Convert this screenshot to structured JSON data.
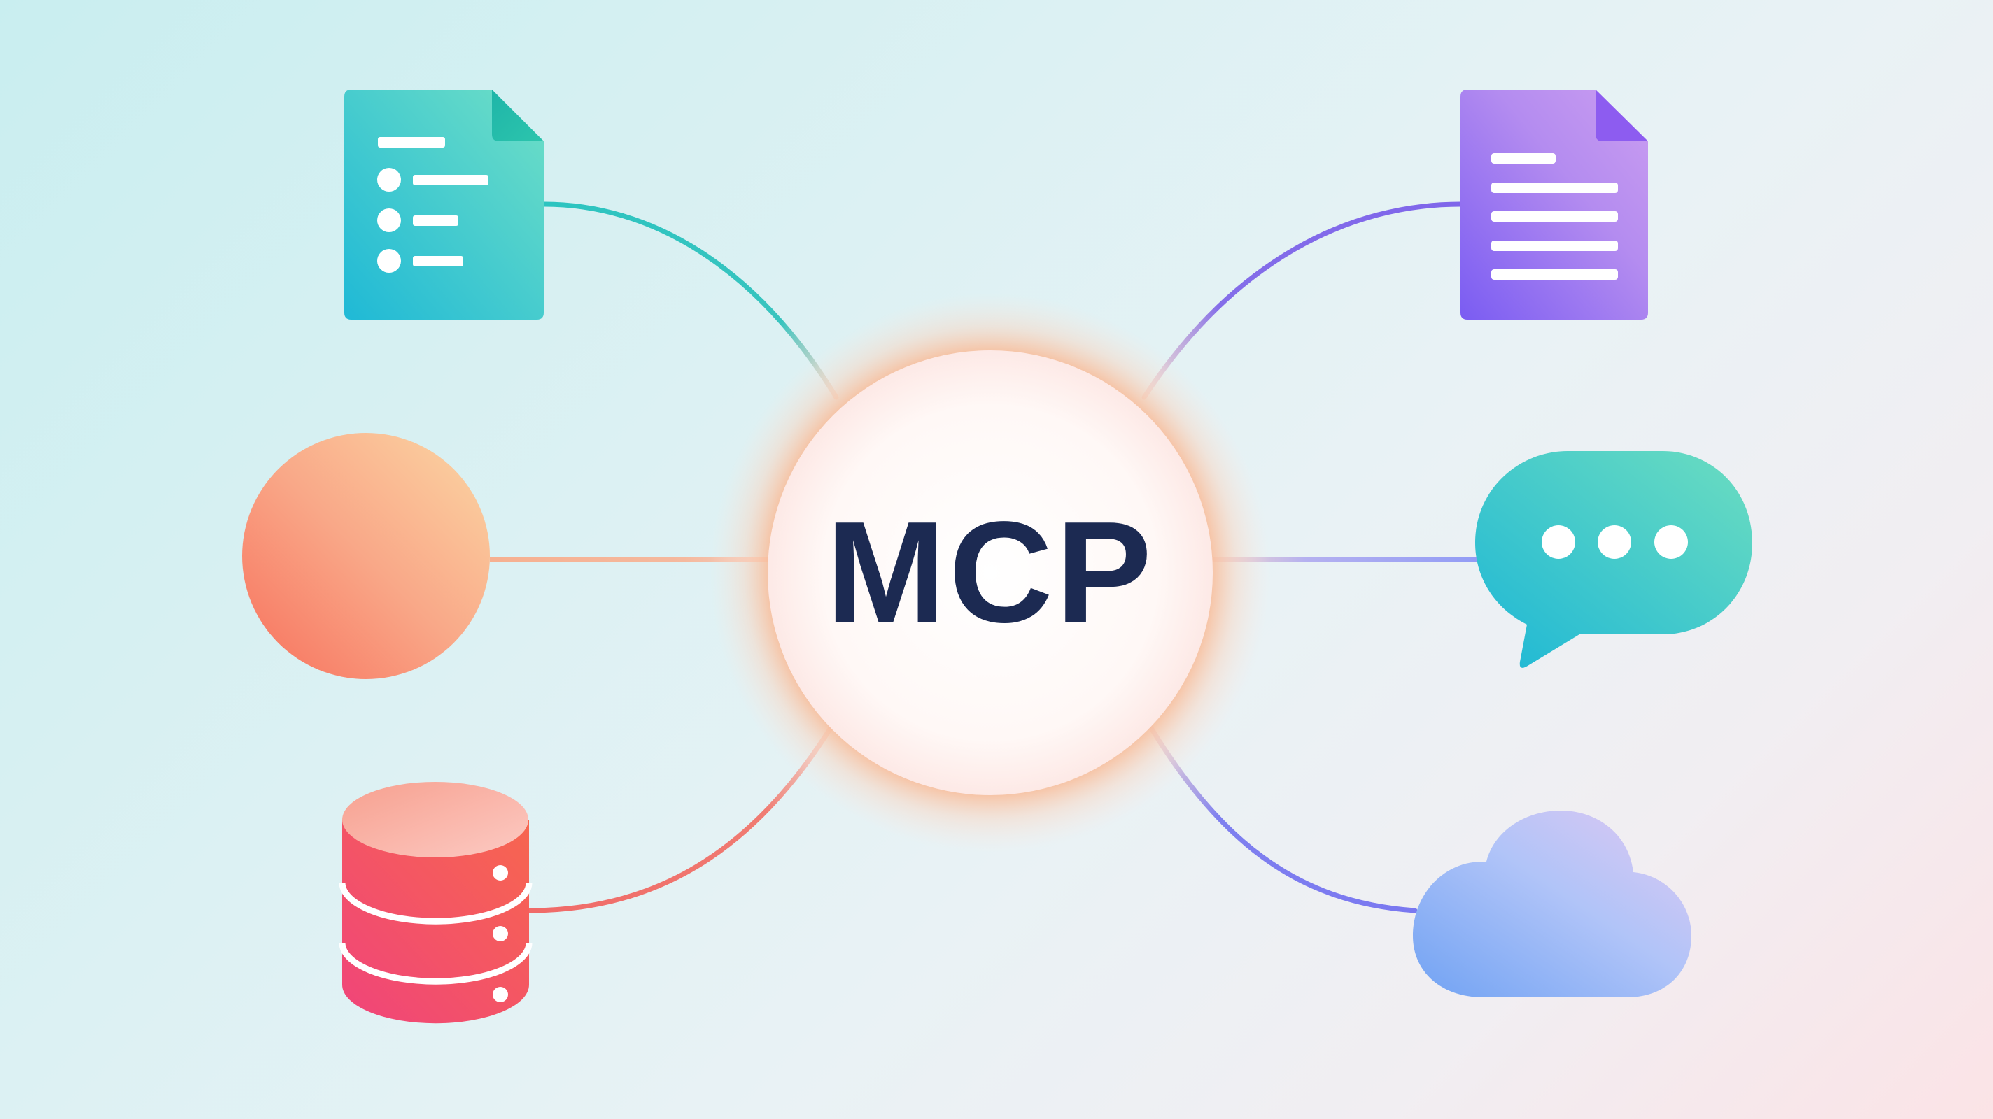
{
  "hub": {
    "label": "MCP",
    "fill": "#ffffff",
    "glow": "#f9c9ae",
    "text_color": "#1c2a52"
  },
  "background": {
    "top_left": "#c9eef0",
    "center": "#e9f2f5",
    "bottom_right": "#fbe3e6"
  },
  "nodes": [
    {
      "id": "list-document",
      "icon": "list-document-icon",
      "position": "top-left",
      "colors": [
        "#22b8d4",
        "#6ddcc4"
      ],
      "connector_color": "#2cc4c0"
    },
    {
      "id": "text-document",
      "icon": "text-document-icon",
      "position": "top-right",
      "colors": [
        "#7c5cf0",
        "#c79af0"
      ],
      "connector_color": "#7f66ea"
    },
    {
      "id": "orange-circle",
      "icon": "circle-icon",
      "position": "middle-left",
      "colors": [
        "#f8795f",
        "#fbd3a0"
      ],
      "connector_color": "#f6b393"
    },
    {
      "id": "chat-bubble",
      "icon": "chat-bubble-icon",
      "position": "middle-right",
      "colors": [
        "#20b8d6",
        "#6bdcc0"
      ],
      "connector_color": "#9aa2f5"
    },
    {
      "id": "database",
      "icon": "database-icon",
      "position": "bottom-left",
      "colors": [
        "#f04874",
        "#f86f55"
      ],
      "connector_color": "#f06a68"
    },
    {
      "id": "cloud",
      "icon": "cloud-icon",
      "position": "bottom-right",
      "colors": [
        "#76a6f3",
        "#dcc7f3"
      ],
      "connector_color": "#7a78f0"
    }
  ]
}
